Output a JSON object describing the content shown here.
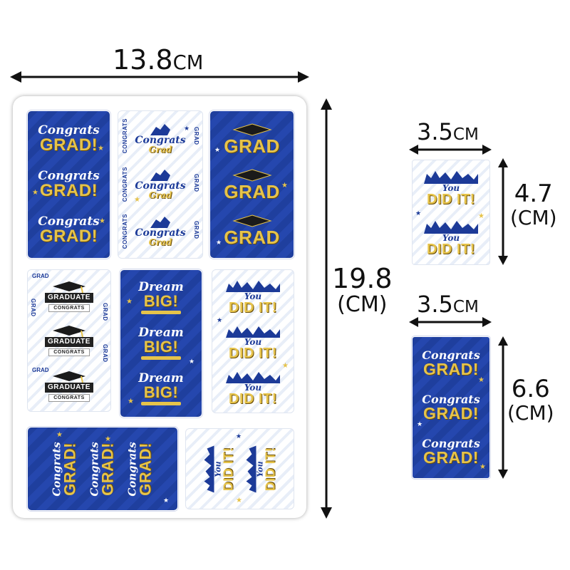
{
  "dimensions": {
    "sheet_width": {
      "value": "13.8",
      "unit": "CM"
    },
    "sheet_height": {
      "value": "19.8",
      "unit": "(CM)"
    },
    "small_width": {
      "value": "3.5",
      "unit": "CM"
    },
    "small_height": {
      "value": "4.7",
      "unit": "(CM)"
    },
    "large_width": {
      "value": "3.5",
      "unit": "CM"
    },
    "large_height": {
      "value": "6.6",
      "unit": "(CM)"
    }
  },
  "stickers": {
    "congrats_script": "Congrats",
    "grad": "GRAD!",
    "grad_plain": "GRAD",
    "congrats_caps": "CONGRATS",
    "graduate": "GRADUATE",
    "grad_vertical": "GRAD",
    "dream": "Dream",
    "big": "BIG!",
    "you": "You",
    "did_it": "DID IT!",
    "congrats_grad_script": "Congrats",
    "grad_script": "Grad"
  },
  "colors": {
    "navy": "#1f3f9e",
    "gold": "#e6c34a",
    "black": "#222222",
    "white": "#ffffff"
  }
}
